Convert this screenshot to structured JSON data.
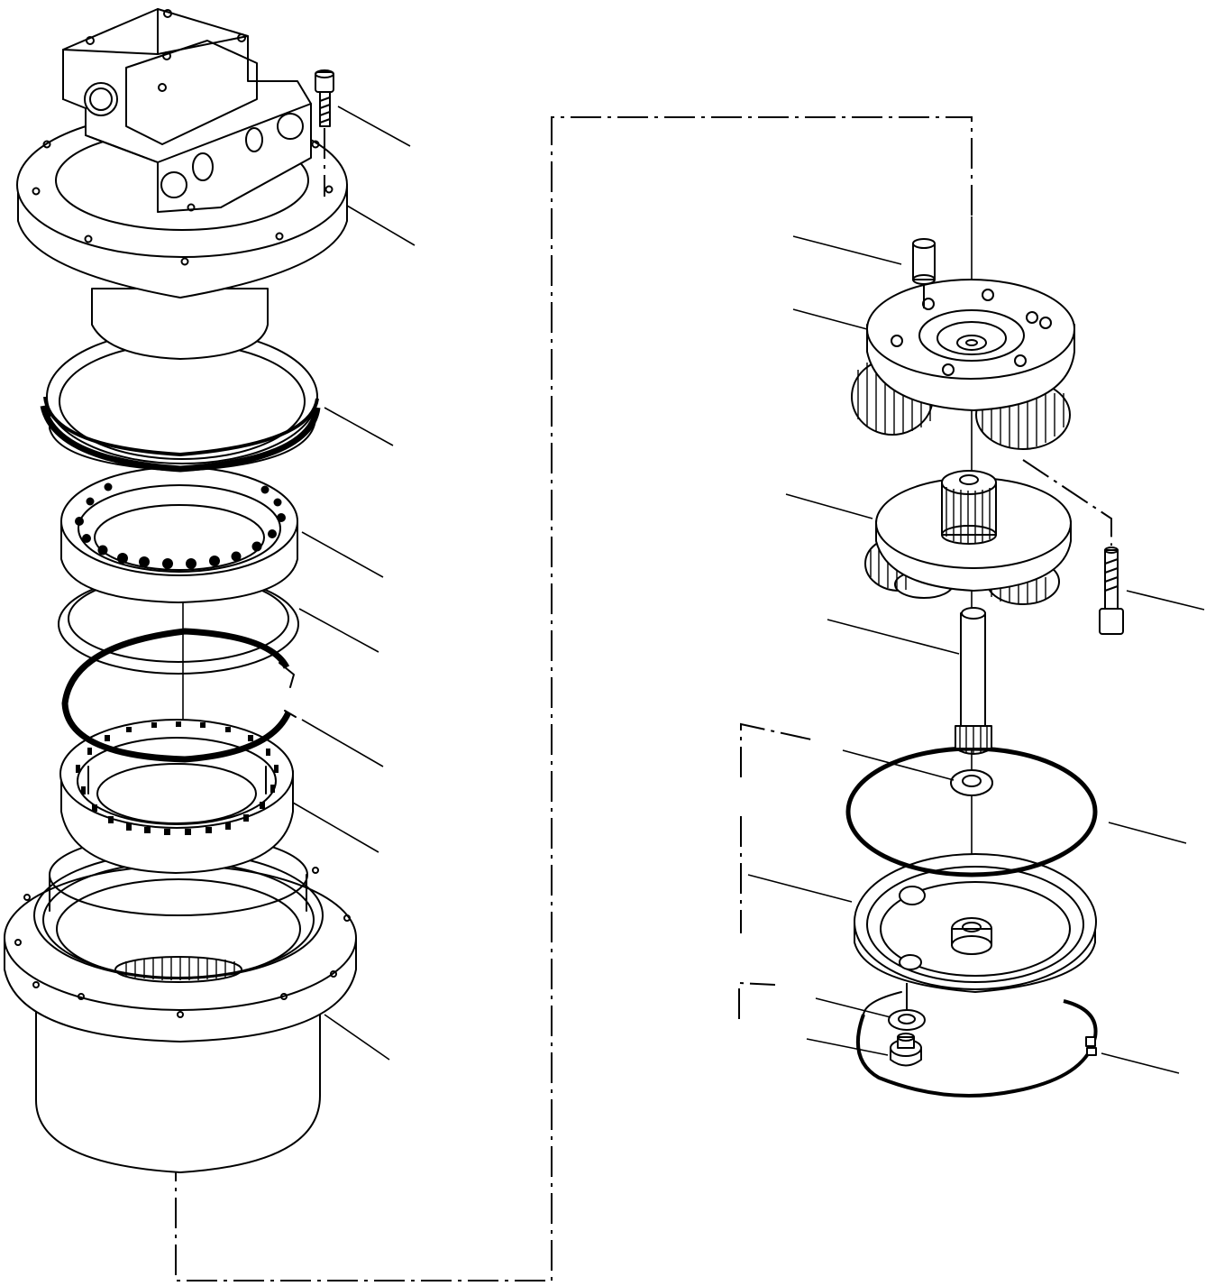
{
  "diagram": {
    "kind": "exploded-parts-drawing",
    "labels": [],
    "line_color": "#000000",
    "background": "#ffffff",
    "left_assembly": [
      "motor-housing",
      "cap-screw",
      "seal-ring",
      "ball-bearing",
      "shim-ring",
      "snap-ring",
      "roller-bearing",
      "hub-housing"
    ],
    "right_assembly": [
      "dowel-pin",
      "planet-carrier-upper",
      "planet-carrier-lower",
      "socket-screw",
      "input-shaft",
      "thrust-washer",
      "o-ring",
      "cover-plate",
      "washer",
      "drain-plug",
      "retaining-ring"
    ]
  }
}
